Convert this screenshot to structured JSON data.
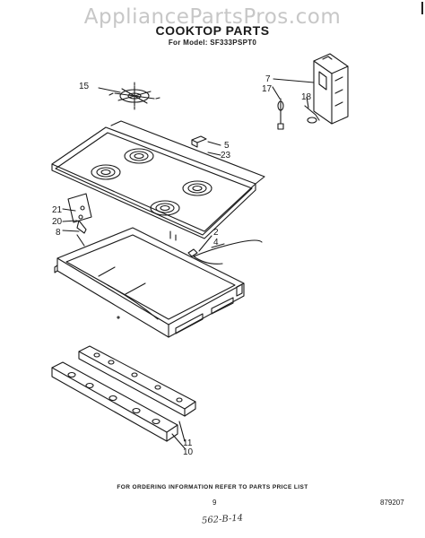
{
  "watermark": "AppliancePartsPros.com",
  "title": "COOKTOP PARTS",
  "subtitle": "For Model: SF333PSPT0",
  "callouts": {
    "c15": "15",
    "c7": "7",
    "c17": "17",
    "c18": "18",
    "c5": "5",
    "c23": "23",
    "c21": "21",
    "c20": "20",
    "c8": "8",
    "c2": "2",
    "c4": "4",
    "c11": "11",
    "c10": "10"
  },
  "footer": "FOR ORDERING INFORMATION REFER TO PARTS PRICE LIST",
  "page_number": "9",
  "doc_number": "879207",
  "handwritten_note": "562-B-14"
}
